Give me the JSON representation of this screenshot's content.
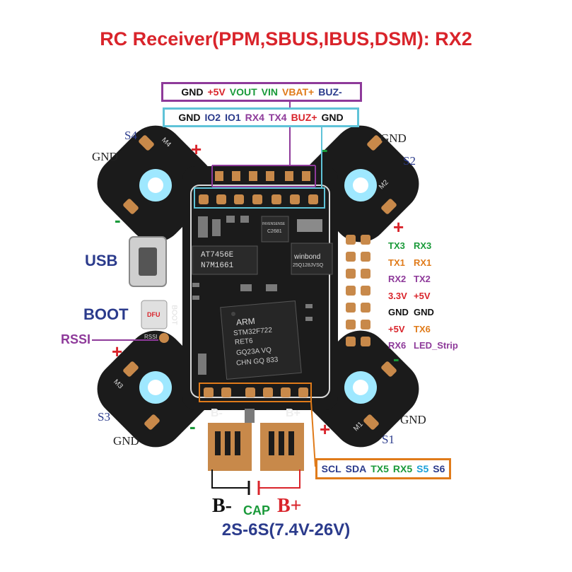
{
  "title": "RC Receiver(PPM,SBUS,IBUS,DSM): RX2",
  "top_header_1": [
    {
      "text": "GND",
      "color": "#111111"
    },
    {
      "text": "+5V",
      "color": "#d9242b"
    },
    {
      "text": "VOUT",
      "color": "#1a9a3a"
    },
    {
      "text": "VIN",
      "color": "#1a9a3a"
    },
    {
      "text": "VBAT+",
      "color": "#e07b1a"
    },
    {
      "text": "BUZ-",
      "color": "#2b3b8c"
    }
  ],
  "top_header_2": [
    {
      "text": "GND",
      "color": "#111111"
    },
    {
      "text": "IO2",
      "color": "#2b3b8c"
    },
    {
      "text": "IO1",
      "color": "#2b3b8c"
    },
    {
      "text": "RX4",
      "color": "#8e3a9a"
    },
    {
      "text": "TX4",
      "color": "#8e3a9a"
    },
    {
      "text": "BUZ+",
      "color": "#d9242b"
    },
    {
      "text": "GND",
      "color": "#111111"
    }
  ],
  "bottom_header": [
    {
      "text": "SCL",
      "color": "#2b3b8c"
    },
    {
      "text": "SDA",
      "color": "#2b3b8c"
    },
    {
      "text": "TX5",
      "color": "#1a9a3a"
    },
    {
      "text": "RX5",
      "color": "#1a9a3a"
    },
    {
      "text": "S5",
      "color": "#1aa0d8"
    },
    {
      "text": "S6",
      "color": "#2b3b8c"
    }
  ],
  "right_pins": [
    {
      "left": "TX3",
      "left_color": "#1a9a3a",
      "right": "RX3",
      "right_color": "#1a9a3a"
    },
    {
      "left": "TX1",
      "left_color": "#e07b1a",
      "right": "RX1",
      "right_color": "#e07b1a"
    },
    {
      "left": "RX2",
      "left_color": "#8e3a9a",
      "right": "TX2",
      "right_color": "#8e3a9a"
    },
    {
      "left": "3.3V",
      "left_color": "#d9242b",
      "right": "+5V",
      "right_color": "#d9242b"
    },
    {
      "left": "GND",
      "left_color": "#111111",
      "right": "GND",
      "right_color": "#111111"
    },
    {
      "left": "+5V",
      "left_color": "#d9242b",
      "right": "TX6",
      "right_color": "#e07b1a"
    },
    {
      "left": "RX6",
      "left_color": "#8e3a9a",
      "right": "LED_Strip",
      "right_color": "#8e3a9a"
    }
  ],
  "labels": {
    "usb": "USB",
    "boot": "BOOT",
    "rssi": "RSSI",
    "s1": "S1",
    "s2": "S2",
    "s3": "S3",
    "s4": "S4",
    "gnd": "GND",
    "plus": "+",
    "minus": "-",
    "b_minus": "B-",
    "b_plus": "B+",
    "cap": "CAP",
    "power": "2S-6S(7.4V-26V)"
  },
  "board_marks": {
    "chip1_line1": "AT7456E",
    "chip1_line2": "N7M1661",
    "chip2_line1": "winbond",
    "chip2_line2": "25Q128JVSQ",
    "chip3_line1": "INVENSENSE",
    "chip3_line2": "C2681",
    "mcu_line1": "ARM",
    "mcu_line2": "STM32F722",
    "mcu_line3": "RET6",
    "mcu_line4": "GQ23A VQ",
    "mcu_line5": "CHN GQ 833",
    "silk_boot": "BOOT",
    "silk_dfu": "DFU",
    "silk_rssi": "RSSI",
    "silk_m1": "M1",
    "silk_m2": "M2",
    "silk_m3": "M3",
    "silk_m4": "M4",
    "silk_b_minus": "B-",
    "silk_b_plus": "B+"
  },
  "colors": {
    "title_red": "#d9242b",
    "header1_border": "#8e3a9a",
    "header2_border": "#5fc3d8",
    "bottom_border": "#e07b1a",
    "usb_blue": "#2b3b8c",
    "pcb": "#1b1b1b",
    "pad": "#c8894a",
    "led": "#9fe8ff"
  }
}
